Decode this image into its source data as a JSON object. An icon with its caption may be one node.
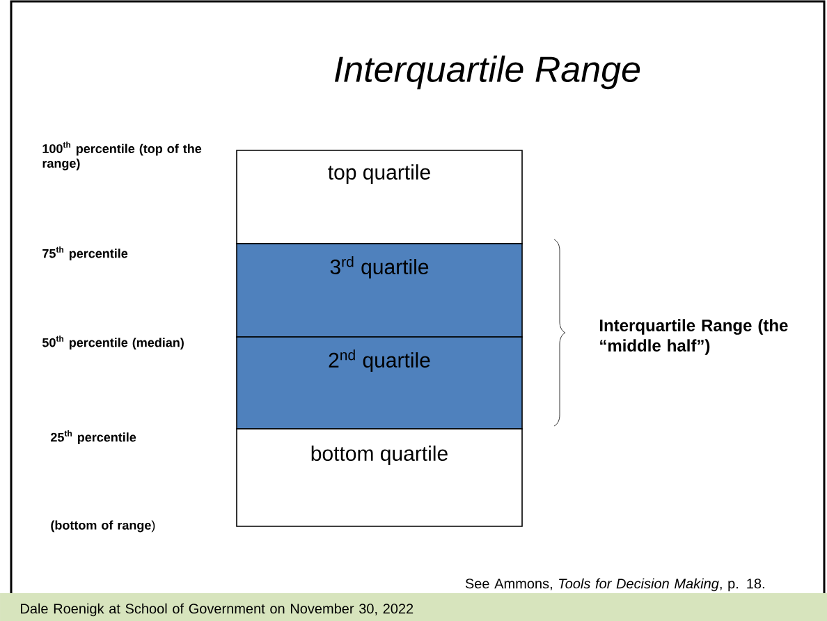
{
  "diagram": {
    "title": "Interquartile Range",
    "nodes": [
      {
        "text": [
          "top quartile"
        ]
      },
      {
        "text": [
          "3$^{rd}$ quartile"
        ]
      },
      {
        "text": [
          "2$^{nd}$ quartile"
        ]
      },
      {
        "text": [
          "bottom quartile"
        ]
      }
    ],
    "labels": [
      "100$^{th}$ percentile (top of the range)",
      "75$^{th}$ percentile",
      "Interquartile Range (the “middle half”)",
      "50$^{th}$ percentile (median)",
      "25$^{th}$ percentile",
      "**(bottom of range**)",
      "See Ammons, *Tools for Decision Making*, p. 18.",
      "Dale Roenigk at School of Government on November 30, 2022"
    ]
  }
}
